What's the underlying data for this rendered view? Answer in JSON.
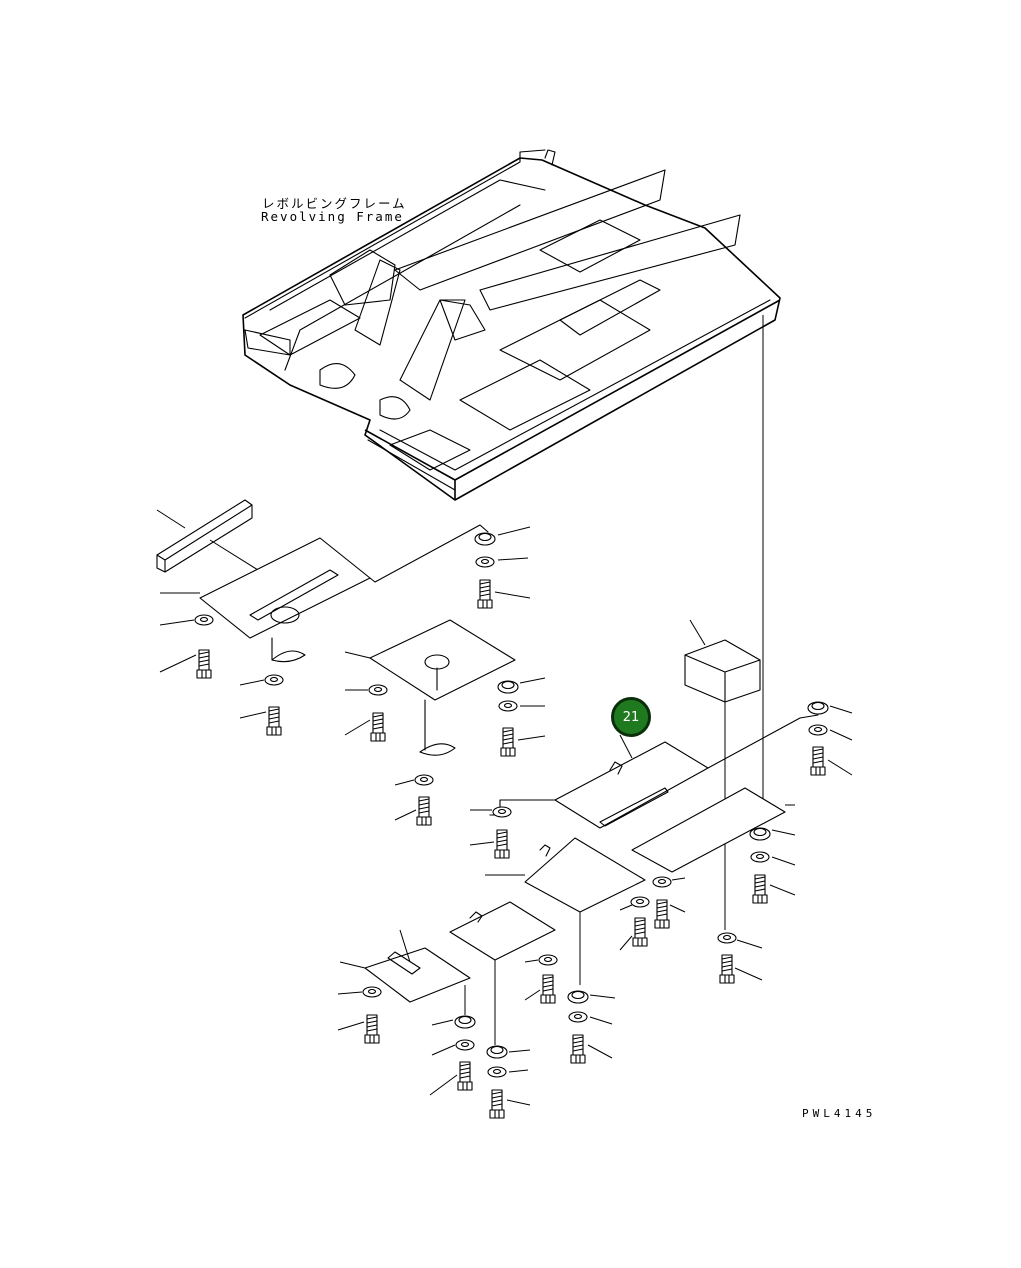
{
  "diagram": {
    "frame_label_jp": "レボルビングフレーム",
    "frame_label_en": "Revolving Frame",
    "drawing_id": "PWL4145",
    "callouts": [
      {
        "number": "21",
        "color": "#1f7a1f"
      }
    ],
    "icons": [
      "bolt-icon",
      "washer-icon",
      "plate-icon",
      "box-icon"
    ]
  }
}
